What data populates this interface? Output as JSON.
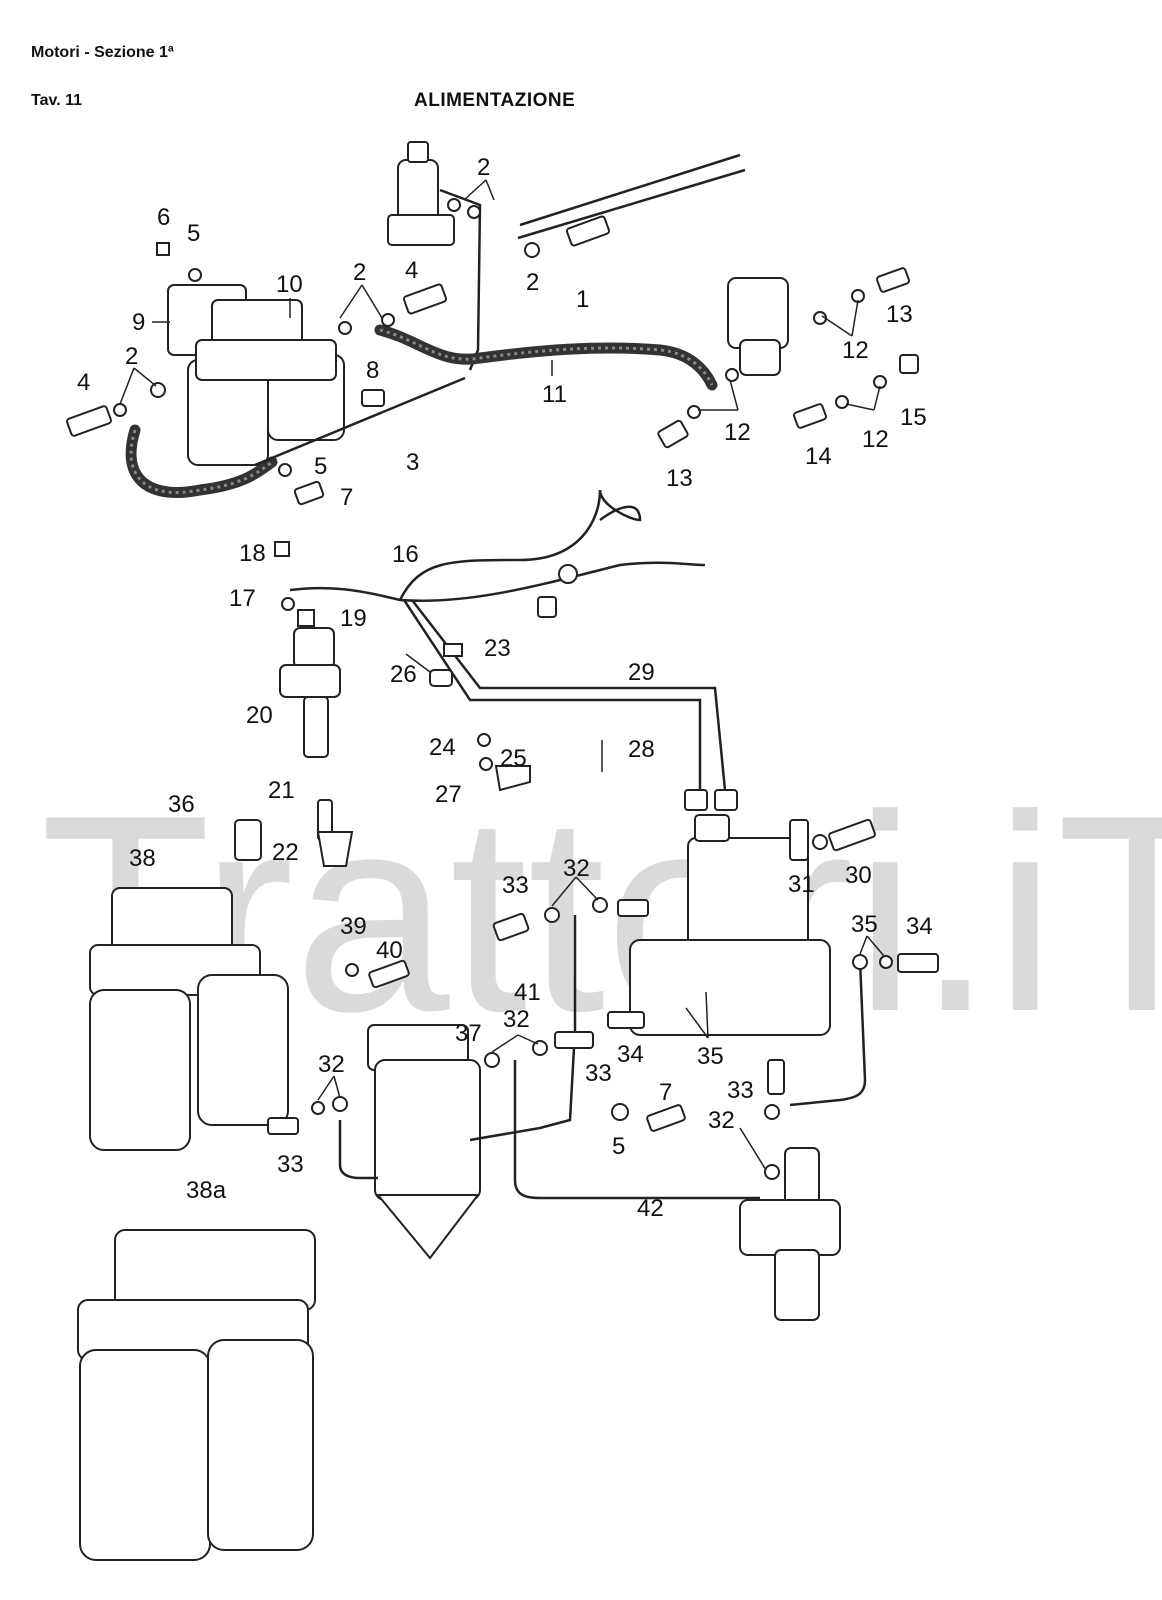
{
  "header": {
    "section": "Motori - Sezione 1ª",
    "table": "Tav. 11",
    "title": "ALIMENTAZIONE"
  },
  "watermark": "Trattori.iT",
  "callouts": [
    "1",
    "2",
    "3",
    "4",
    "5",
    "6",
    "7",
    "8",
    "9",
    "10",
    "11",
    "12",
    "13",
    "14",
    "15",
    "16",
    "17",
    "18",
    "19",
    "20",
    "21",
    "22",
    "23",
    "24",
    "25",
    "26",
    "27",
    "28",
    "29",
    "30",
    "31",
    "32",
    "33",
    "34",
    "35",
    "36",
    "37",
    "38",
    "38a",
    "39",
    "40",
    "41",
    "42"
  ]
}
